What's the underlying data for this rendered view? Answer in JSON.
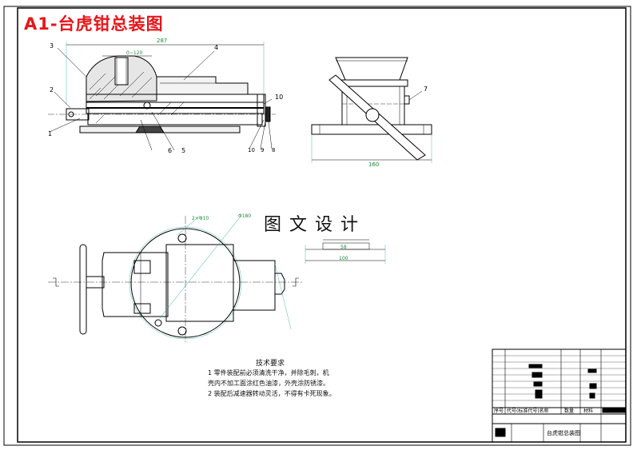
{
  "drawing": {
    "title": "A1-台虎钳总装图",
    "watermark": "图文设计",
    "callouts": [
      "1",
      "2",
      "3",
      "4",
      "5",
      "6",
      "7",
      "8",
      "9",
      "10",
      "10"
    ],
    "dims": {
      "overall_length": "287",
      "travel": "0~120",
      "width_side": "160",
      "dia_plate": "Φ180",
      "bolt_holes": "2×Φ10",
      "slot_inner": "58",
      "slot_outer": "100"
    }
  },
  "technical_notes": {
    "heading": "技术要求",
    "line1": "1 零件装配前必须清洗干净，并除毛刺，机",
    "line2": "壳内不加工面涂红色油漆，外壳涂防锈漆。",
    "line3": "2 装配后减速器转动灵活，不得有卡死现象。"
  },
  "title_block": {
    "col_seq": "序号",
    "col_code": "代号(标准代号)名称",
    "col_qty": "数量",
    "col_mat": "材料",
    "drawing_name": "台虎钳总装图"
  }
}
